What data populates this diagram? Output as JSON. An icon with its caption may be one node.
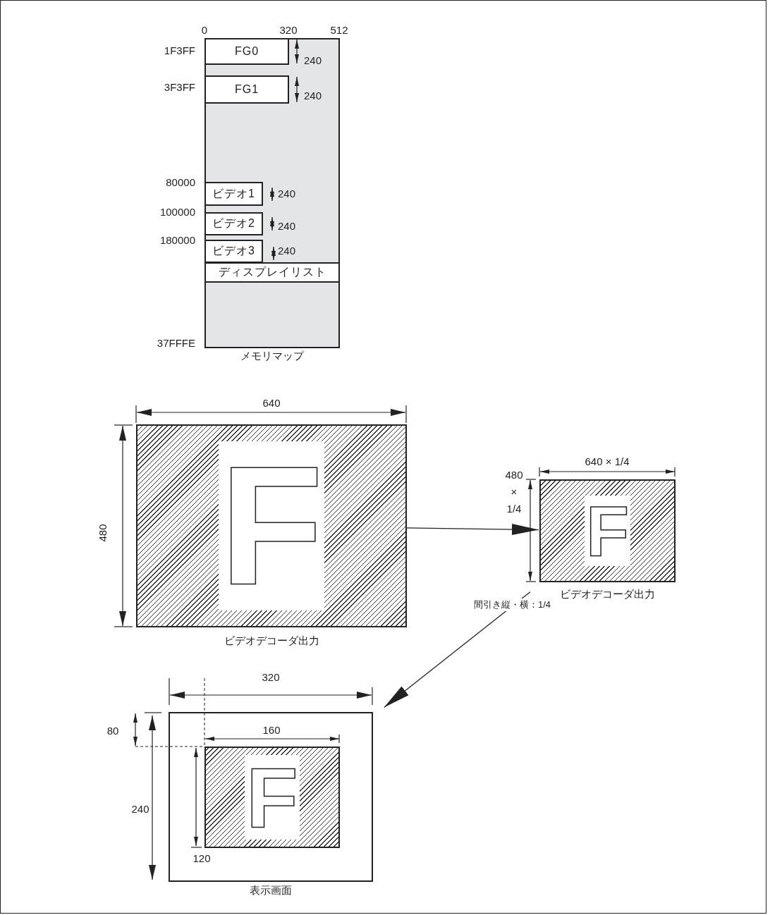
{
  "diagram": {
    "nodes": [
      {
        "text": [],
        "shape": "box",
        "beside": [
          "メモリマップ"
        ]
      },
      {
        "text": [
          "FG0"
        ],
        "in": 0
      },
      {
        "text": [
          "FG1"
        ],
        "in": 0
      },
      {
        "text": [
          "ビデオ1"
        ],
        "in": 0
      },
      {
        "text": [
          "ビデオ2"
        ],
        "in": 0
      },
      {
        "text": [
          "ビデオ3"
        ],
        "in": 0
      },
      {
        "text": [
          "ディスプレイリスト"
        ],
        "in": 0
      },
      {
        "text": [
          "F"
        ],
        "beside": [
          "ビデオデコーダ出力"
        ]
      },
      {
        "text": [
          "F"
        ],
        "beside": [
          "ビデオデコーダ出力"
        ]
      },
      {
        "text": [],
        "shape": "box",
        "beside": [
          "表示画面"
        ]
      },
      {
        "text": [
          "F"
        ],
        "in": 9
      }
    ],
    "edges": [
      {
        "from": 7,
        "to": 8,
        "arrow": "to"
      },
      {
        "from": 8,
        "to": 9,
        "arrow": "to",
        "label": "間引き縦・横：1/4"
      }
    ],
    "labels": [
      "0",
      "320",
      "512",
      "1F3FF",
      "240",
      "3F3FF",
      "240",
      "80000",
      "240",
      "100000",
      "240",
      "180000",
      "240",
      "37FFFE",
      "640",
      "480",
      "640 × 1/4",
      "480 × 1/4",
      "320",
      "80",
      "160",
      "240",
      "120"
    ]
  }
}
